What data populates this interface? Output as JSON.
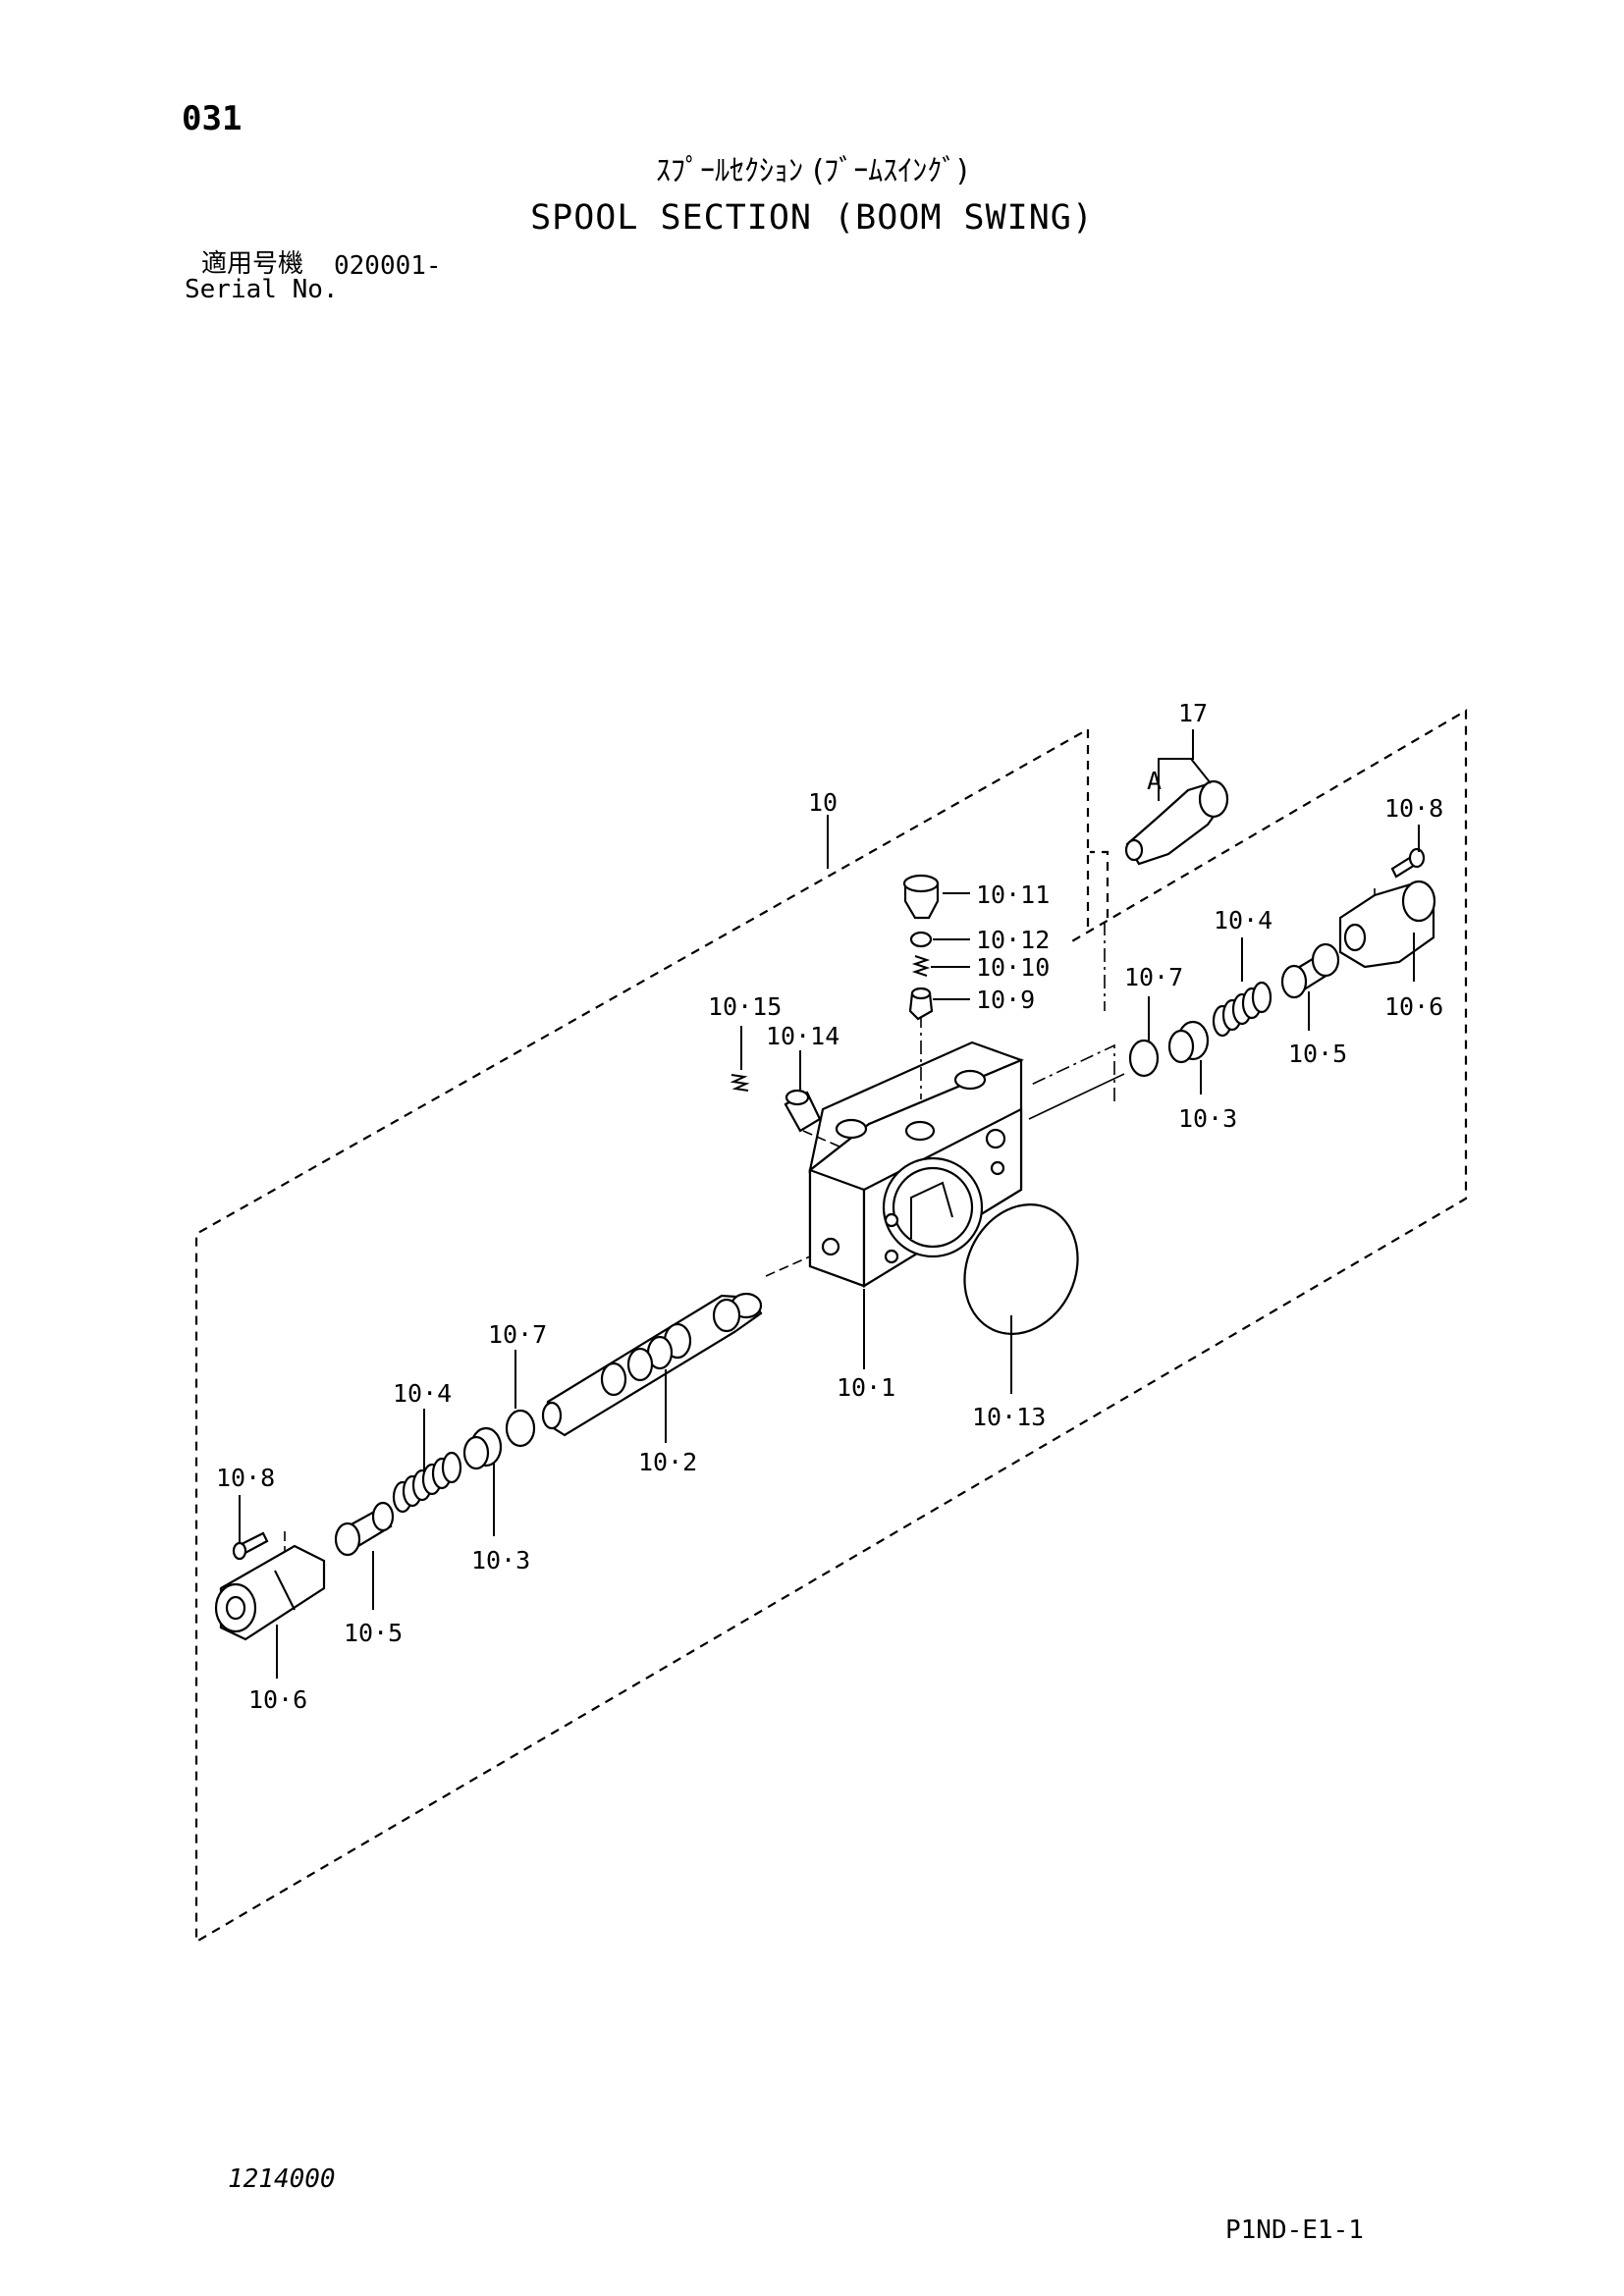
{
  "header": {
    "page_number": "031",
    "title_jp": "ｽﾌﾟｰﾙｾｸｼｮﾝ (ﾌﾞｰﾑｽｲﾝｸﾞ)",
    "title_en": "SPOOL SECTION (BOOM SWING)",
    "serial_label_jp": "適用号機",
    "serial_value": "020001-",
    "serial_label_en": "Serial No."
  },
  "footer": {
    "illustration_number": "1214000",
    "sheet_code": "P1ND-E1-1"
  },
  "diagram": {
    "callouts": [
      "10",
      "17",
      "A",
      "10·8",
      "10·11",
      "10·12",
      "10·10",
      "10·9",
      "10·4",
      "10·7",
      "10·6",
      "10·15",
      "10·14",
      "10·5",
      "10·3",
      "10·1",
      "10·13",
      "10·7",
      "10·4",
      "10·2",
      "10·8",
      "10·3",
      "10·5",
      "10·6"
    ]
  }
}
